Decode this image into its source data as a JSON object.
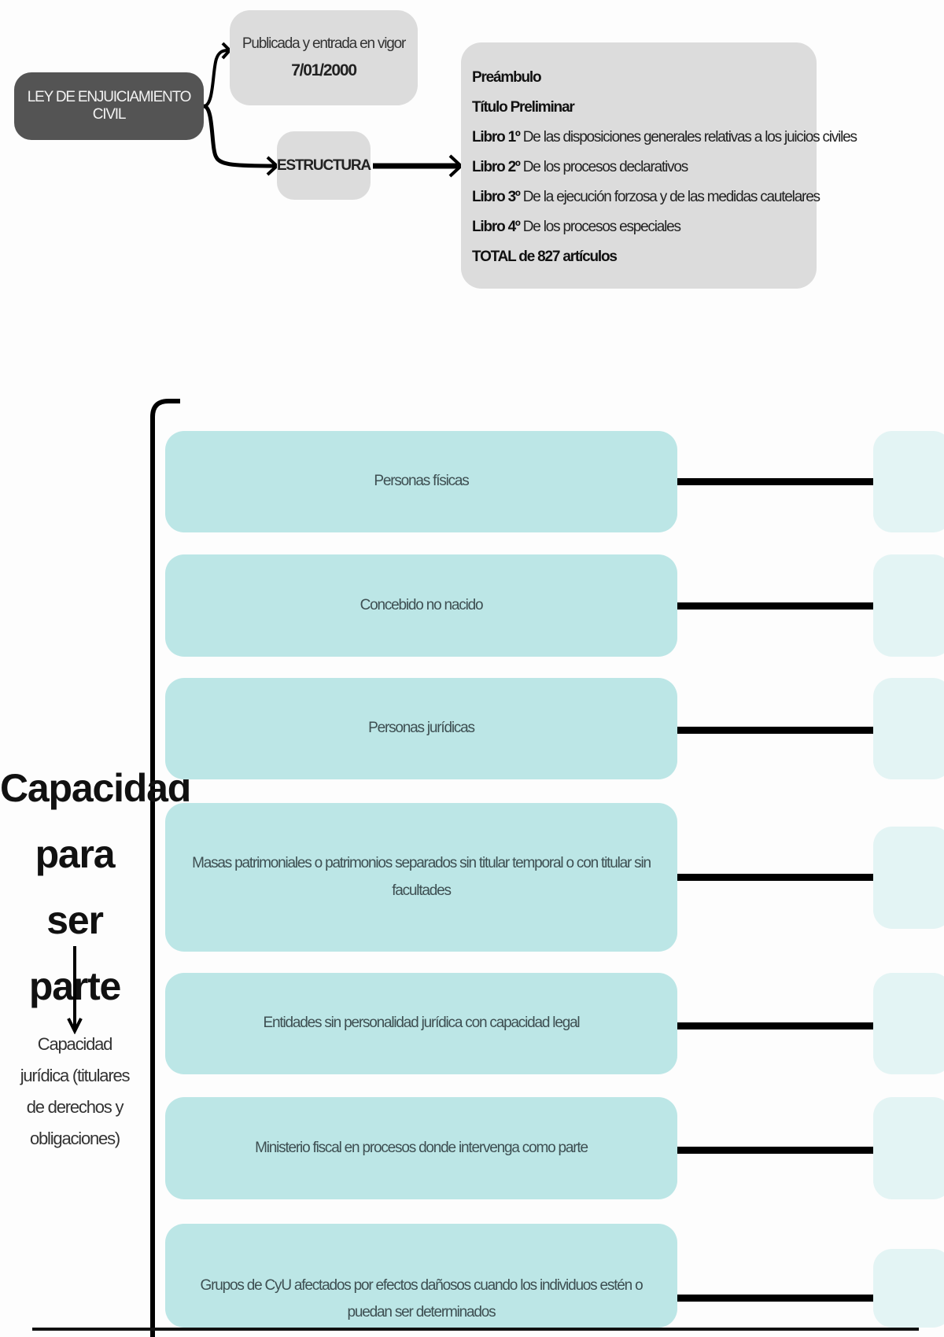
{
  "top": {
    "root": "LEY DE ENJUICIAMIENTO CIVIL",
    "published_label": "Publicada y entrada en vigor",
    "published_date": "7/01/2000",
    "structure_label": "ESTRUCTURA",
    "structure_items": [
      {
        "bold": "Preámbulo",
        "text": ""
      },
      {
        "bold": "Título Preliminar",
        "text": ""
      },
      {
        "bold": "Libro 1º",
        "text": " De las disposiciones generales relativas a los juicios civiles"
      },
      {
        "bold": "Libro 2º",
        "text": " De los procesos declarativos"
      },
      {
        "bold": "Libro 3º",
        "text": " De la ejecución forzosa y de las medidas cautelares"
      },
      {
        "bold": "Libro 4º",
        "text": " De los procesos especiales"
      },
      {
        "bold": "TOTAL de 827 artículos",
        "text": ""
      }
    ]
  },
  "bottom": {
    "title_lines": [
      "Capacidad",
      "para",
      "ser parte"
    ],
    "subtitle_lines": [
      "Capacidad",
      "jurídica (titulares",
      "de derechos y",
      "obligaciones)"
    ],
    "items": [
      "Personas físicas",
      "Concebido no nacido",
      "Personas jurídicas",
      "Masas patrimoniales o patrimonios separados sin titular temporal o con titular sin facultades",
      "Entidades sin personalidad jurídica con capacidad legal",
      "Ministerio fiscal en procesos donde intervenga como parte",
      "Grupos de CyU afectados por efectos dañosos cuando los individuos estén o puedan ser determinados"
    ]
  },
  "colors": {
    "dark_node": "#545454",
    "grey_node": "#dcdcdc",
    "teal_node": "#bce6e6"
  }
}
